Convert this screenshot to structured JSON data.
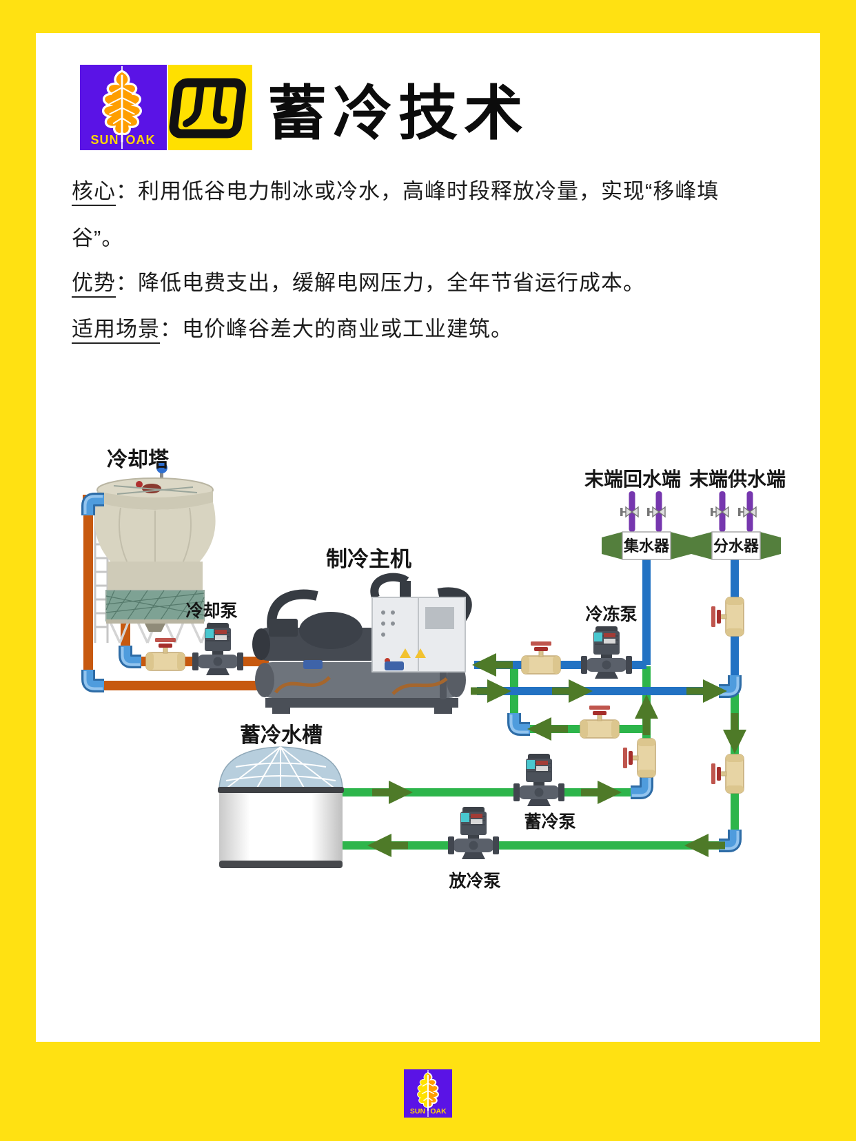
{
  "header": {
    "title": "蓄冷技术",
    "logo_sun_oak": {
      "sun": "SUN",
      "oak": "OAK"
    },
    "logo_four": {
      "glyph": "四"
    }
  },
  "intro": {
    "paragraphs": [
      {
        "term": "核心",
        "rest": "：利用低谷电力制冰或冷水，高峰时段释放冷量，实现“移峰填谷”。"
      },
      {
        "term": "优势",
        "rest": "：降低电费支出，缓解电网压力，全年节省运行成本。"
      },
      {
        "term": "适用场景",
        "rest": "：电价峰谷差大的商业或工业建筑。"
      }
    ]
  },
  "diagram": {
    "labels": {
      "cooling_tower": "冷却塔",
      "cooling_pump": "冷却泵",
      "chiller": "制冷主机",
      "chilled_pump": "冷冻泵",
      "terminal_return": "末端回水端",
      "terminal_supply": "末端供水端",
      "collector": "集水器",
      "distributor": "分水器",
      "storage_tank": "蓄冷水槽",
      "storage_pump": "蓄冷泵",
      "discharge_pump": "放冷泵"
    },
    "colors": {
      "condenser_pipe_orange": "#C7590F",
      "chilled_pipe_blue": "#2272C3",
      "storage_pipe_green": "#2DB54B",
      "arrow_green": "#4E7A28",
      "elbow_blue": "#4F9CDD",
      "valve_beige": "#E7D4A4",
      "valve_handle_red": "#A62F2C",
      "riser_purple": "#7637AE",
      "manifold_green": "#547F3D"
    }
  },
  "footer": {
    "logo_sun_oak": {
      "sun": "SUN",
      "oak": "OAK"
    }
  },
  "theme": {
    "background_yellow": "#FFE112",
    "brand_purple": "#5A13E6",
    "leaf_yellow": "#FFE100",
    "leaf_orange": "#FF9E00",
    "logo_text_yellow": "#FFD800"
  }
}
